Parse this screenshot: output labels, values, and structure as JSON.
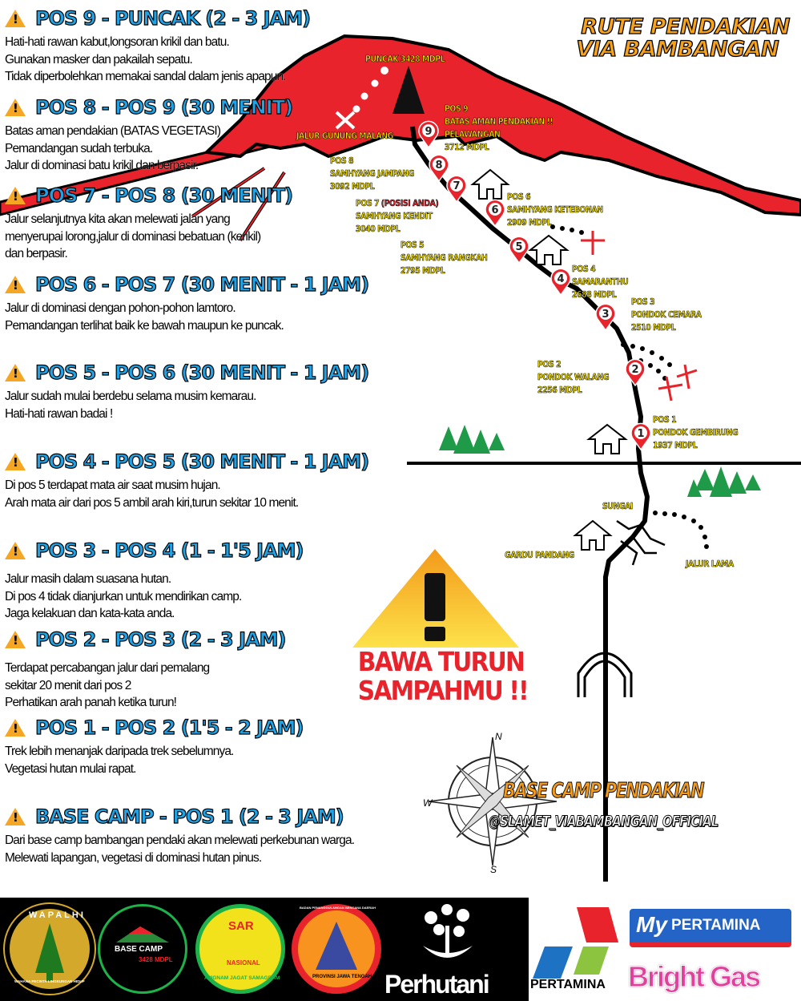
{
  "title": {
    "line1": "RUTE PENDAKIAN",
    "line2": "VIA BAMBANGAN"
  },
  "sections": [
    {
      "heading": "POS 9 - PUNCAK (2 - 3 JAM)",
      "lines": [
        "Hati-hati rawan kabut,longsoran krikil dan batu.",
        "Gunakan masker dan pakailah sepatu.",
        "Tidak diperbolehkan memakai sandal dalam jenis apapun."
      ]
    },
    {
      "heading": "POS 8 - POS 9 (30 MENIT)",
      "lines": [
        "Batas aman pendakian (BATAS VEGETASI)",
        "Pemandangan sudah terbuka.",
        "Jalur di dominasi batu krikil dan berpasir."
      ]
    },
    {
      "heading": "POS 7 - POS 8 (30 MENIT)",
      "lines": [
        "Jalur selanjutnya kita akan melewati jalan yang",
        "menyerupai lorong,jalur di dominasi bebatuan (kerikil)",
        "dan berpasir."
      ]
    },
    {
      "heading": "POS 6 - POS 7 (30 MENIT - 1 JAM)",
      "lines": [
        "Jalur di dominasi dengan pohon-pohon lamtoro.",
        "Pemandangan terlihat baik ke bawah maupun ke puncak."
      ]
    },
    {
      "heading": "POS 5 - POS 6 (30 MENIT - 1 JAM)",
      "lines": [
        "Jalur sudah mulai berdebu selama musim kemarau.",
        "Hati-hati rawan badai !"
      ]
    },
    {
      "heading": "POS 4 - POS 5 (30 MENIT - 1 JAM)",
      "lines": [
        "Di pos 5 terdapat mata air saat musim hujan.",
        "Arah mata air dari pos 5 ambil arah kiri,turun sekitar 10 menit."
      ]
    },
    {
      "heading": "POS 3 - POS 4 (1 - 1'5 JAM)",
      "lines": [
        "Jalur masih dalam suasana hutan.",
        "Di pos 4 tidak dianjurkan untuk mendirikan camp.",
        "Jaga kelakuan dan kata-kata anda."
      ]
    },
    {
      "heading": "POS 2 - POS 3 (2 - 3 JAM)",
      "lines": [
        "Terdapat percabangan jalur dari pemalang",
        "sekitar 20 menit dari pos 2",
        "Perhatikan arah panah ketika turun!"
      ]
    },
    {
      "heading": "POS 1 - POS 2 (1'5 - 2 JAM)",
      "lines": [
        "Trek lebih menanjak daripada trek sebelumnya.",
        "Vegetasi hutan mulai rapat."
      ]
    },
    {
      "heading": "BASE CAMP - POS 1 (2 - 3 JAM)",
      "lines": [
        "Dari base camp bambangan pendaki akan melewati perkebunan warga.",
        "Melewati lapangan, vegetasi di dominasi hutan pinus."
      ]
    }
  ],
  "map": {
    "puncak": "PUNCAK 3428 MDPL",
    "jalur_gunung_malang": "JALUR GUNUNG MALANG",
    "pos": [
      {
        "num": "1",
        "lines": [
          "POS 1",
          "PONDOK GEMBIRUNG",
          "1937 MDPL"
        ]
      },
      {
        "num": "2",
        "lines": [
          "POS 2",
          "PONDOK WALANG",
          "2256 MDPL"
        ]
      },
      {
        "num": "3",
        "lines": [
          "POS 3",
          "PONDOK CEMARA",
          "2510 MDPL"
        ]
      },
      {
        "num": "4",
        "lines": [
          "POS 4",
          "SAMARANTHU",
          "2688 MDPL"
        ]
      },
      {
        "num": "5",
        "lines": [
          "POS 5",
          "SAMHYANG RANGKAH",
          "2795 MDPL"
        ]
      },
      {
        "num": "6",
        "lines": [
          "POS 6",
          "SAMHYANG KETEBONAN",
          "2909 MDPL"
        ]
      },
      {
        "num": "7",
        "lines": [
          "POS 7",
          "SAMHYANG KENDIT",
          "3040 MDPL"
        ],
        "note": "(POSISI ANDA)"
      },
      {
        "num": "8",
        "lines": [
          "POS 8",
          "SAMHYANG JAMPANG",
          "3092 MDPL"
        ]
      },
      {
        "num": "9",
        "lines": [
          "POS 9",
          "BATAS AMAN PENDAKIAN !!",
          "PELAWANGAN",
          "3712 MDPL"
        ]
      }
    ],
    "sungai": "SUNGAI",
    "gardu_pandang": "GARDU PANDANG",
    "jalur_lama": "JALUR LAMA"
  },
  "warning": {
    "line1": "BAWA TURUN",
    "line2": "SAMPAHMU !!"
  },
  "basecamp": {
    "title": "BASE CAMP PENDAKIAN",
    "handle": "@SLAMET_VIABAMBANGAN_OFFICIAL"
  },
  "compass": {
    "n": "N",
    "s": "S",
    "w": "W"
  },
  "footer": {
    "wapalhi": "WAPALHI",
    "wapalhi_sub": "WAHANA PECINTA LINGKUNGAN HIDUP",
    "basecamp_logo": "BASE CAMP",
    "basecamp_logo_mdpl": "3428 MDPL",
    "sar": "SAR",
    "sar_nasional": "NASIONAL",
    "sar_sub": "AVIGNAM JAGAT SAMAGRAM",
    "bpbd": "BADAN PENANGGULANGAN BENCANA DAERAH",
    "bpbd_sub": "PROVINSI JAWA TENGAH",
    "perhutani": "Perhutani",
    "pertamina": "PERTAMINA",
    "mypertamina_my": "My",
    "mypertamina": "PERTAMINA",
    "brightgas": "Bright Gas"
  },
  "colors": {
    "mountain": "#e8232b",
    "heading": "#1ea3e6",
    "label": "#ffe800",
    "orange": "#f39a1b"
  }
}
